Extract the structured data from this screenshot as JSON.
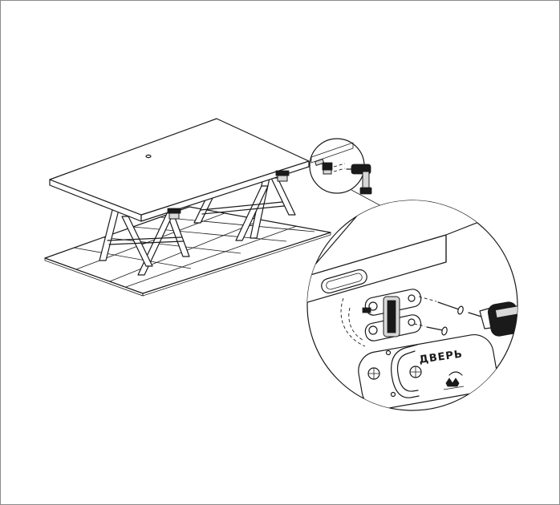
{
  "figure": {
    "plate_label": "ДВЕРЬ",
    "icons": [
      "table-top",
      "sawhorse-leg",
      "floor-tile-grid",
      "mounting-bracket",
      "screw",
      "drill",
      "detail-callout",
      "door-plate"
    ]
  }
}
